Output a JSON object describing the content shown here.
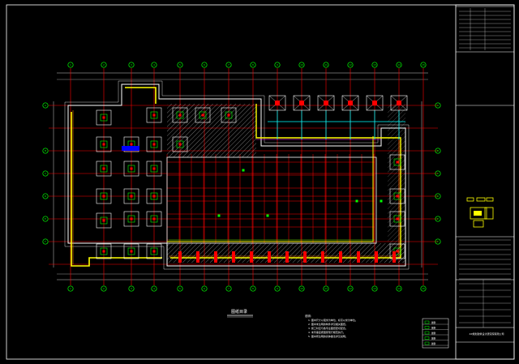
{
  "sheet": {
    "plan_title": "图纸目录",
    "company_name": "XX规划建筑设计研究院有限公司",
    "company_name_en": "",
    "grid_numbers_top": [
      "1",
      "2",
      "3",
      "4",
      "5",
      "6",
      "7",
      "8",
      "9",
      "10",
      "11",
      "12",
      "13",
      "14",
      "15"
    ],
    "grid_letters_left": [
      "A",
      "B",
      "C",
      "D",
      "E",
      "F"
    ]
  },
  "notes": {
    "heading": "说明:",
    "lines": [
      "1. 图中尺寸以毫米为单位，标高以米为单位。",
      "2. 图中未注明的构件详见相关图纸。",
      "3. 施工时应与各专业图纸密切配合。",
      "4. 未尽事宜按国家现行规范执行。",
      "5. 图中所注明的具体做法详见说明。"
    ]
  },
  "legend": {
    "rows": [
      "图例",
      "图例",
      "图例",
      "图例",
      "图例"
    ]
  },
  "colors": {
    "background": "#000000",
    "grid_line": "#ff0000",
    "grid_bubble": "#00ff00",
    "outline": "#ffffff",
    "yellow": "#ffff00",
    "cyan": "#00ffff",
    "magenta": "#ff00ff",
    "orange": "#ff8000",
    "blue": "#0000ff"
  }
}
